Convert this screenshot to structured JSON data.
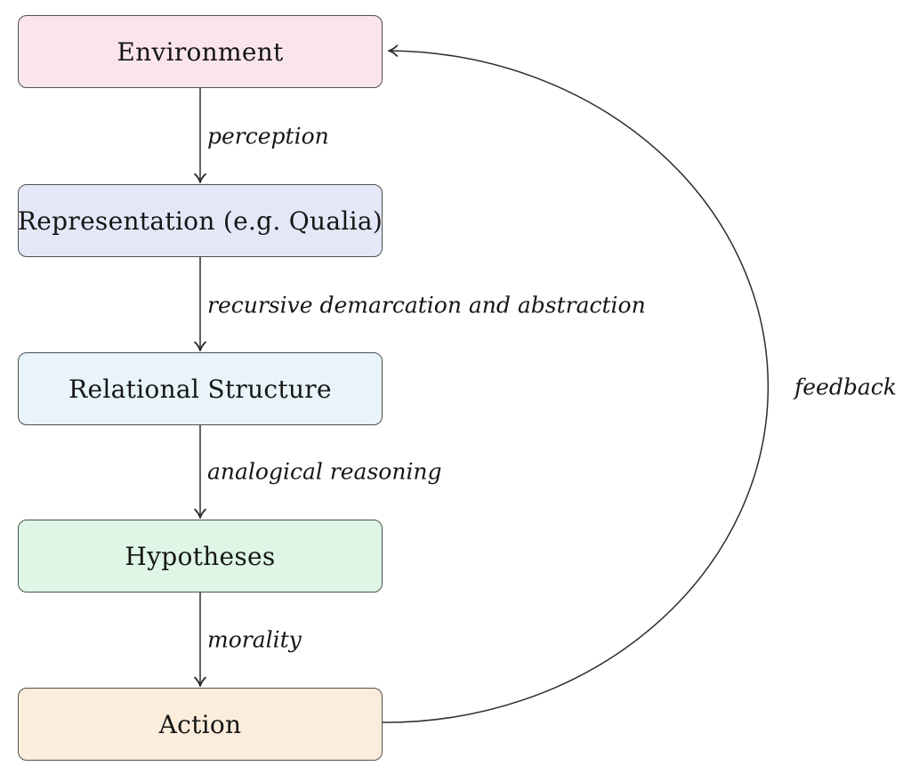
{
  "diagram": {
    "title": "cognition feedback loop flowchart",
    "colors": {
      "background": "#ffffff",
      "box_border": "#4f4f4f",
      "arrow_stroke": "#2d2d2d",
      "text": "#161616"
    },
    "nodes": [
      {
        "id": "environment",
        "label": "Environment",
        "fill": "#fae5ec"
      },
      {
        "id": "representation",
        "label": "Representation (e.g. Qualia)",
        "fill": "#e4e7f8"
      },
      {
        "id": "relational-structure",
        "label": "Relational Structure",
        "fill": "#e8f3fa"
      },
      {
        "id": "hypotheses",
        "label": "Hypotheses",
        "fill": "#dff6e6"
      },
      {
        "id": "action",
        "label": "Action",
        "fill": "#fcecdb"
      }
    ],
    "edges": [
      {
        "from": "environment",
        "to": "representation",
        "label": "perception"
      },
      {
        "from": "representation",
        "to": "relational-structure",
        "label": "recursive demarcation and abstraction"
      },
      {
        "from": "relational-structure",
        "to": "hypotheses",
        "label": "analogical reasoning"
      },
      {
        "from": "hypotheses",
        "to": "action",
        "label": "morality"
      },
      {
        "from": "action",
        "to": "environment",
        "label": "feedback"
      }
    ]
  }
}
